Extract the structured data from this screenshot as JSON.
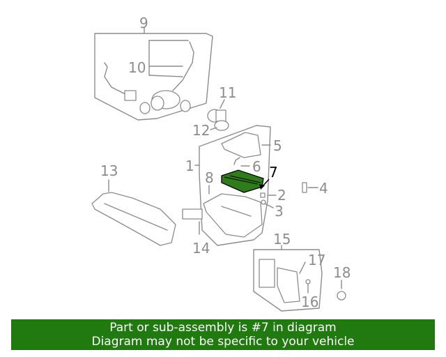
{
  "labels": {
    "l1": "1",
    "l2": "2",
    "l3": "3",
    "l4": "4",
    "l5": "5",
    "l6": "6",
    "l7": "7",
    "l8": "8",
    "l9": "9",
    "l10": "10",
    "l11": "11",
    "l12": "12",
    "l13": "13",
    "l14": "14",
    "l15": "15",
    "l16": "16",
    "l17": "17",
    "l18": "18"
  },
  "highlight_part": "7",
  "colors": {
    "highlight_fill": "#2f7d1a",
    "banner_bg": "#217a10",
    "line_gray": "#8c8c8c"
  },
  "banner": {
    "line1": "Part or sub-assembly is #7 in diagram",
    "line2": "Diagram may not be specific to your vehicle"
  }
}
